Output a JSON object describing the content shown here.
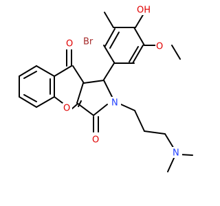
{
  "colors": {
    "bond": "#000000",
    "O": "#e00000",
    "N": "#1f3fff",
    "Br": "#a52a2a",
    "background": "#ffffff"
  },
  "atom_labels": {
    "br": "Br",
    "oh": "OH",
    "o_methoxy": "O",
    "o_carbonyl_top": "O",
    "o_carbonyl_right": "O",
    "o_pyran": "O",
    "n_ring": "N",
    "n_amine": "N"
  }
}
